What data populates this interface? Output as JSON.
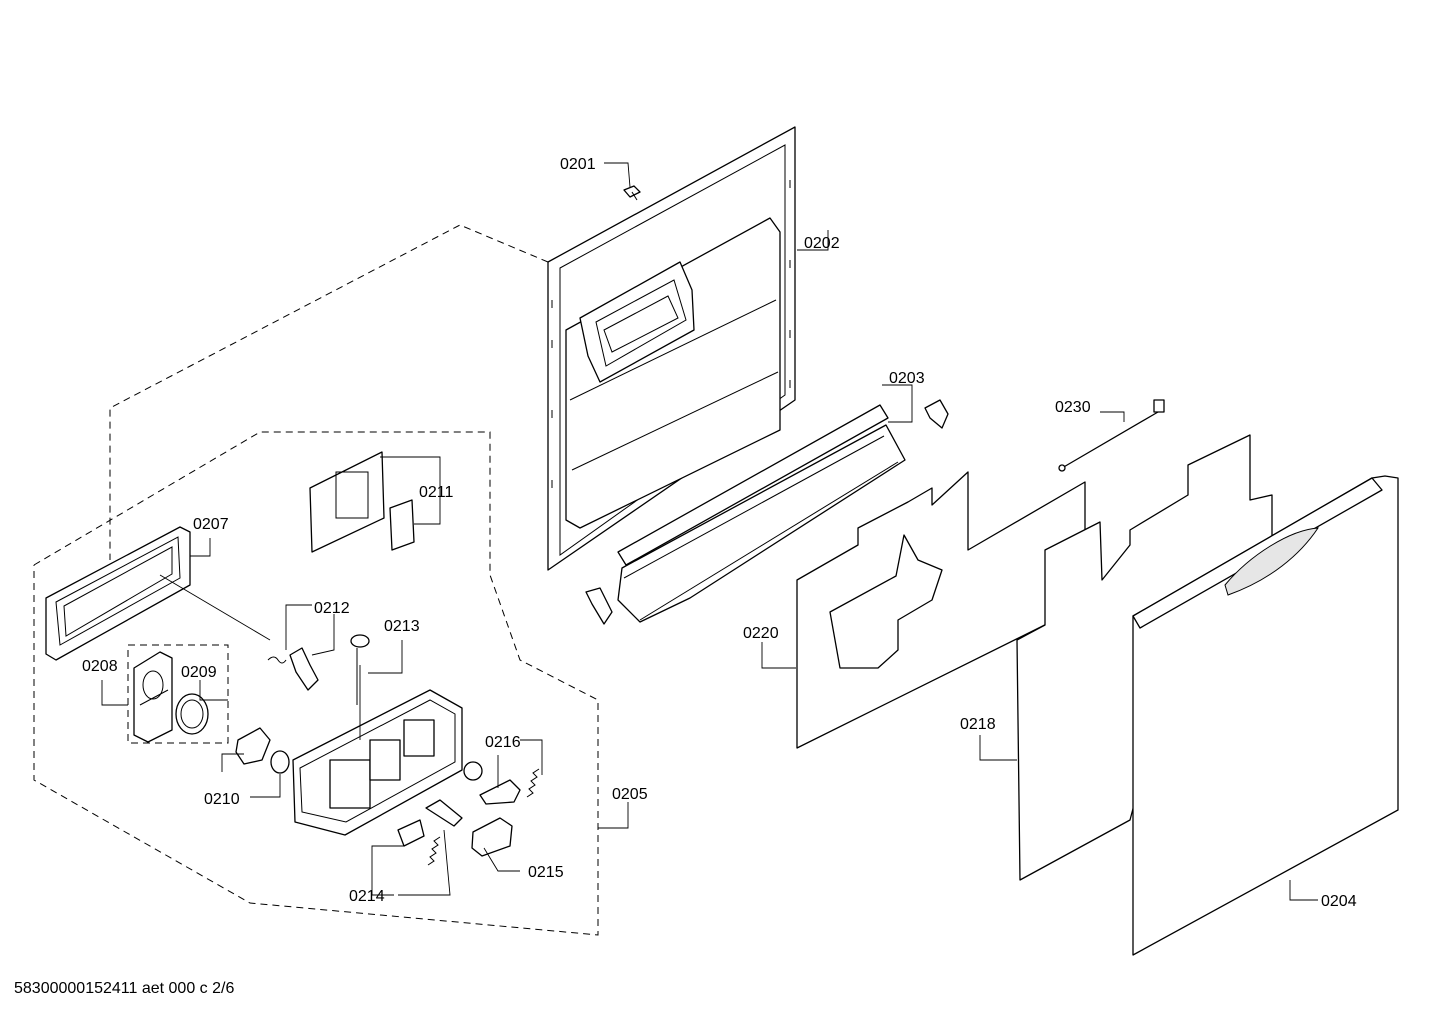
{
  "labels": {
    "p0201": "0201",
    "p0202": "0202",
    "p0203": "0203",
    "p0204": "0204",
    "p0205": "0205",
    "p0207": "0207",
    "p0208": "0208",
    "p0209": "0209",
    "p0210": "0210",
    "p0211": "0211",
    "p0212": "0212",
    "p0213": "0213",
    "p0214": "0214",
    "p0215": "0215",
    "p0216": "0216",
    "p0218": "0218",
    "p0220": "0220",
    "p0230": "0230"
  },
  "footer": {
    "doc_code": "58300000152411 aet 000 c 2/6"
  }
}
